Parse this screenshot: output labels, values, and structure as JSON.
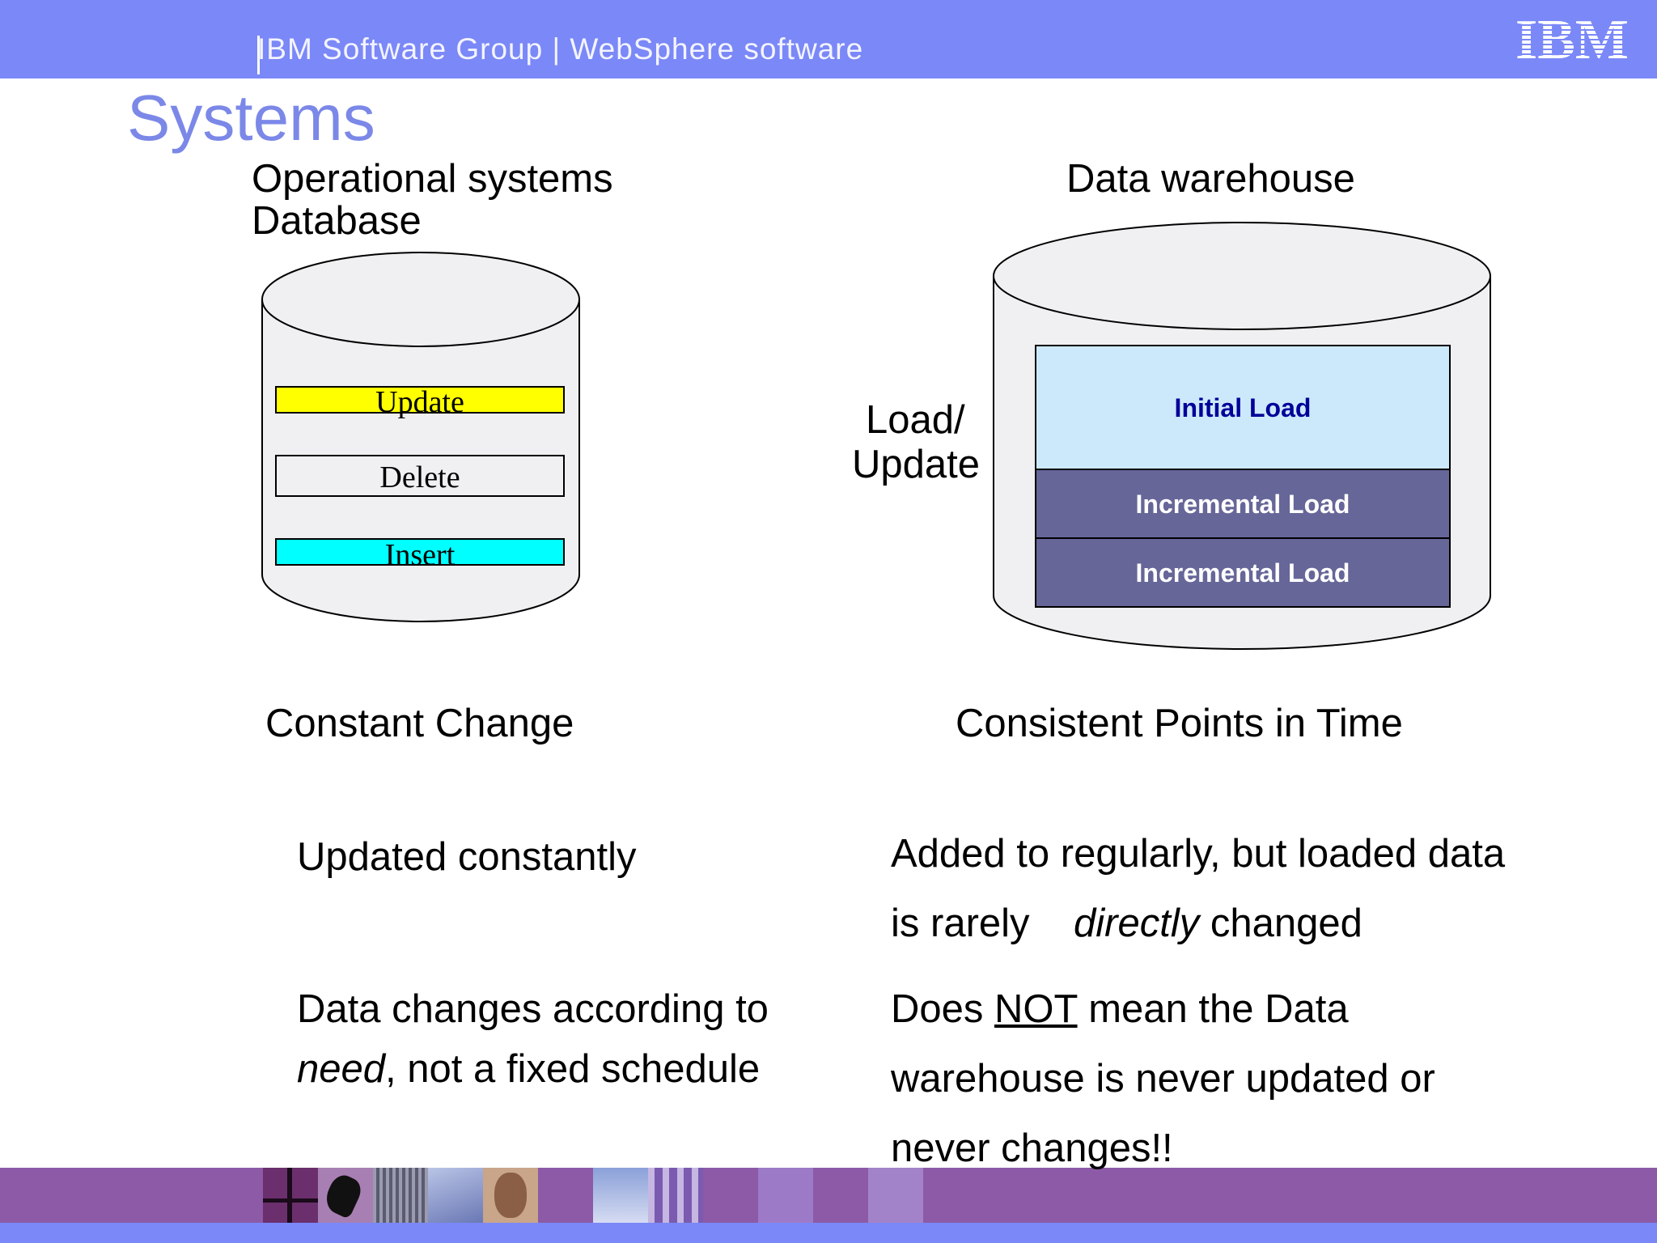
{
  "header": {
    "text": "IBM Software Group | WebSphere software",
    "logo": "IBM"
  },
  "slide": {
    "title": "Systems"
  },
  "left": {
    "heading_line1": "Operational systems",
    "heading_line2": "Database",
    "bars": [
      "Update",
      "Delete",
      "Insert"
    ],
    "caption": "Constant Change",
    "bullet1": "Updated constantly",
    "bullet2_line1": "Data changes according to",
    "bullet2_line2_em": "need",
    "bullet2_line2_rest": ", not a fixed schedule"
  },
  "middle": {
    "label_line1": "Load/",
    "label_line2": "Update"
  },
  "right": {
    "heading": "Data warehouse",
    "layers": [
      "Initial Load",
      "Incremental Load",
      "Incremental Load"
    ],
    "caption": "Consistent Points in Time",
    "bullet1_line1": "Added to regularly, but loaded data",
    "bullet1_line2_a": "is rarely",
    "bullet1_line2_em": "directly",
    "bullet1_line2_b": "changed",
    "bullet2_line1_a": "Does",
    "bullet2_line1_u": "NOT",
    "bullet2_line1_b": "mean the Data",
    "bullet2_line2": "warehouse is never updated or",
    "bullet2_line3": "never changes!!"
  },
  "colors": {
    "header": "#7b88f7",
    "title": "#7b88e8",
    "update_bar": "#ffff00",
    "insert_bar": "#00ffff",
    "initial_load": "#cce9fb",
    "incremental_load": "#666699",
    "bottom_band": "#8c5aa7"
  }
}
